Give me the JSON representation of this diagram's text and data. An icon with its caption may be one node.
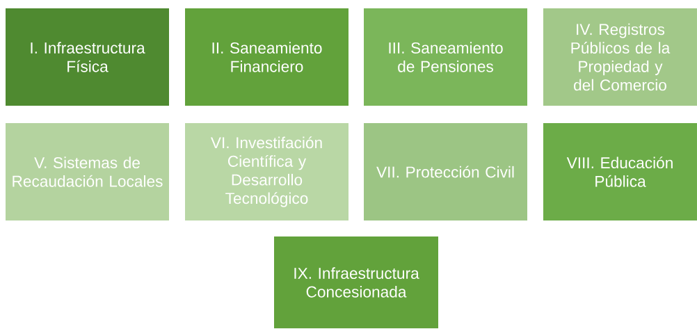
{
  "diagram": {
    "nodes": [
      {
        "text": [
          "I. Infraestructura Física"
        ]
      },
      {
        "text": [
          "II. Saneamiento Financiero"
        ]
      },
      {
        "text": [
          "III. Saneamiento de Pensiones"
        ]
      },
      {
        "text": [
          "IV. Registros Públicos de la Propiedad y del Comercio"
        ]
      },
      {
        "text": [
          "V. Sistemas de Recaudación Locales"
        ]
      },
      {
        "text": [
          "VI. Investifación Científica y Desarrollo Tecnológico"
        ]
      },
      {
        "text": [
          "VII. Protección Civil"
        ]
      },
      {
        "text": [
          "VIII. Educación Pública"
        ]
      },
      {
        "text": [
          "IX. Infraestructura Concesionada"
        ]
      }
    ]
  }
}
